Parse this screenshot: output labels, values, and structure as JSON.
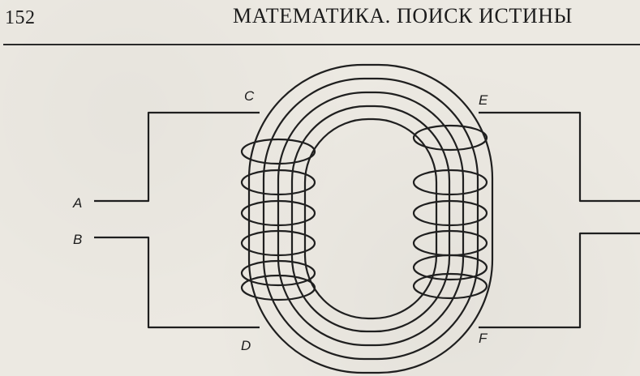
{
  "header": {
    "page_number": "152",
    "running_title": "МАТЕМАТИКА. ПОИСК ИСТИНЫ"
  },
  "figure": {
    "labels": {
      "a": "A",
      "b": "B",
      "c": "C",
      "d": "D",
      "e": "E",
      "f": "F"
    }
  }
}
